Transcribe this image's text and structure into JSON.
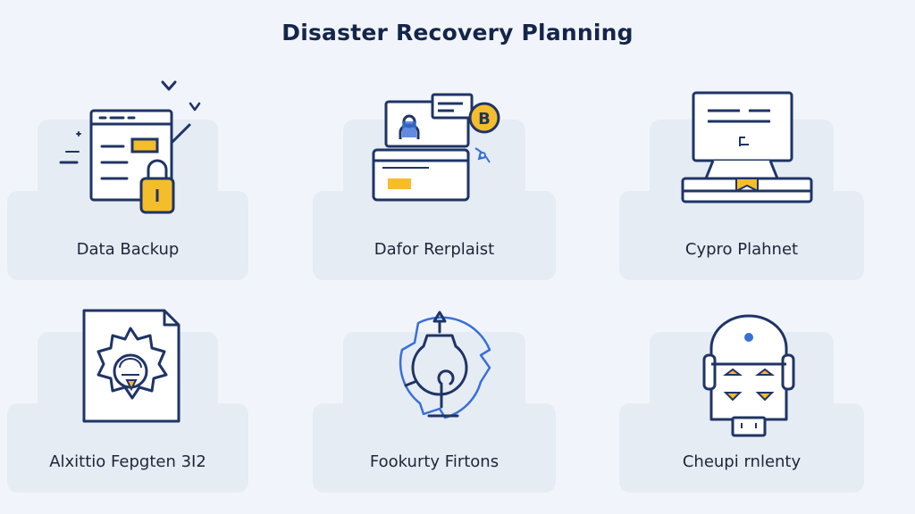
{
  "page": {
    "title": "Disaster Recovery Planning"
  },
  "cards": [
    {
      "label": "Data Backup",
      "icon": "data-backup-icon"
    },
    {
      "label": "Dafor Rerplaist",
      "icon": "replication-icon"
    },
    {
      "label": "Cypro Plahnet",
      "icon": "server-plan-icon"
    },
    {
      "label": "Alxittio Fepgten 3I2",
      "icon": "gear-document-icon"
    },
    {
      "label": "Fookurty Firtons",
      "icon": "recovery-cycle-icon"
    },
    {
      "label": "Cheupi rnlenty",
      "icon": "robot-device-icon"
    }
  ],
  "colors": {
    "background": "#f1f5fb",
    "card": "#e6ecf4",
    "title": "#15254a",
    "icon_stroke": "#1f3466",
    "accent_yellow": "#f4bd2a",
    "accent_blue": "#3a6fd6"
  }
}
